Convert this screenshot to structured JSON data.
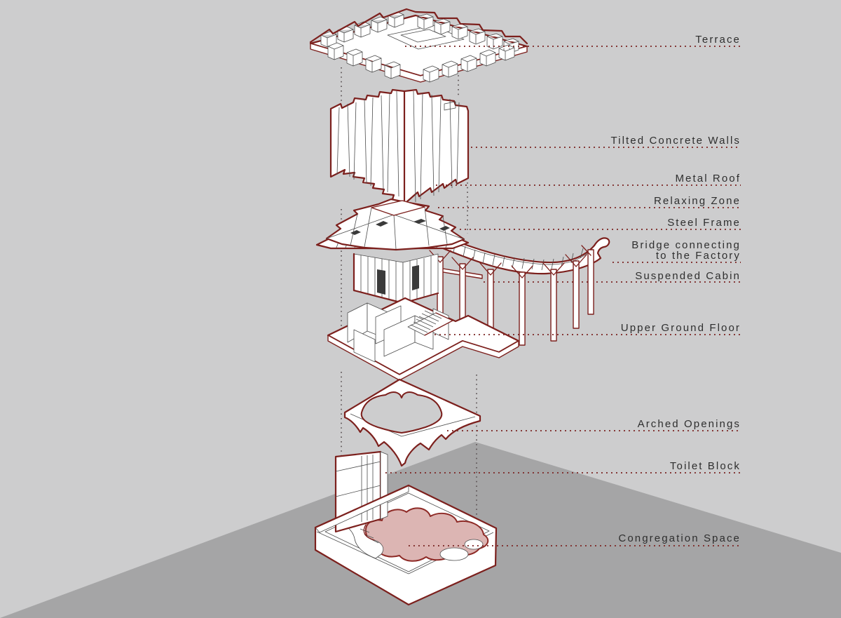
{
  "diagram": {
    "type": "exploded-axonometric-architecture-diagram",
    "labels": {
      "terrace": "Terrace",
      "tilted_concrete_walls": "Tilted Concrete Walls",
      "metal_roof": "Metal Roof",
      "relaxing_zone": "Relaxing Zone",
      "steel_frame": "Steel Frame",
      "bridge_line1": "Bridge connecting",
      "bridge_line2": "to the Factory",
      "suspended_cabin": "Suspended Cabin",
      "upper_ground_floor": "Upper Ground Floor",
      "arched_openings": "Arched Openings",
      "toilet_block": "Toilet Block",
      "congregation_space": "Congregation Space"
    },
    "colors": {
      "bg-light": "#cdcdce",
      "bg-dark": "#a5a5a6",
      "outline-red": "#7c201d",
      "leader-red": "#7d2a28",
      "construction-gray": "#5b5354",
      "detail-gray": "#4d4d4d",
      "window-dark": "#3a3a3a",
      "pool-pink": "#dcb5b3",
      "pool-edge": "#8e2a26",
      "label-text": "#2e2e2e"
    }
  }
}
